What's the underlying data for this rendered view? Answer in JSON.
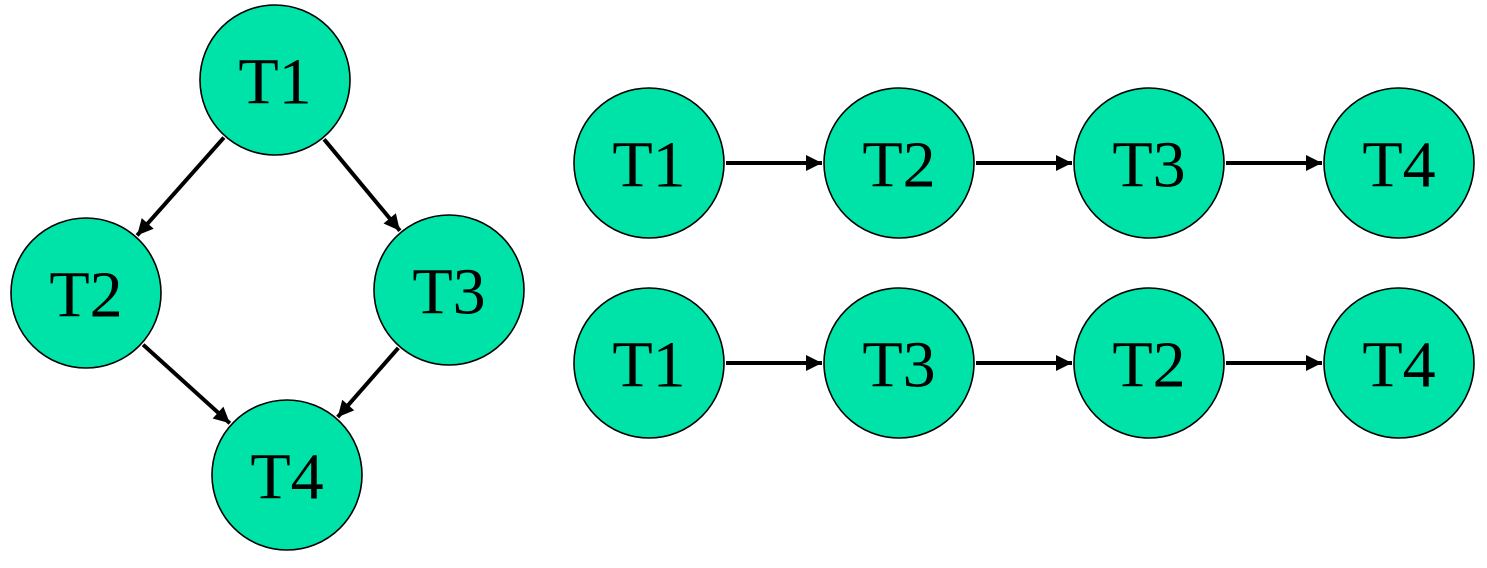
{
  "colors": {
    "node_fill": "#00e3a8",
    "node_stroke": "#000000",
    "edge": "#000000"
  },
  "graphs": {
    "dag": {
      "nodes": [
        {
          "id": "t1",
          "label": "T1"
        },
        {
          "id": "t2",
          "label": "T2"
        },
        {
          "id": "t3",
          "label": "T3"
        },
        {
          "id": "t4",
          "label": "T4"
        }
      ],
      "edges": [
        {
          "from": "t1",
          "to": "t2"
        },
        {
          "from": "t1",
          "to": "t3"
        },
        {
          "from": "t2",
          "to": "t4"
        },
        {
          "from": "t3",
          "to": "t4"
        }
      ]
    },
    "order_1": {
      "nodes": [
        {
          "id": "a1",
          "label": "T1"
        },
        {
          "id": "a2",
          "label": "T2"
        },
        {
          "id": "a3",
          "label": "T3"
        },
        {
          "id": "a4",
          "label": "T4"
        }
      ],
      "edges": [
        {
          "from": "a1",
          "to": "a2"
        },
        {
          "from": "a2",
          "to": "a3"
        },
        {
          "from": "a3",
          "to": "a4"
        }
      ]
    },
    "order_2": {
      "nodes": [
        {
          "id": "b1",
          "label": "T1"
        },
        {
          "id": "b2",
          "label": "T3"
        },
        {
          "id": "b3",
          "label": "T2"
        },
        {
          "id": "b4",
          "label": "T4"
        }
      ],
      "edges": [
        {
          "from": "b1",
          "to": "b2"
        },
        {
          "from": "b2",
          "to": "b3"
        },
        {
          "from": "b3",
          "to": "b4"
        }
      ]
    }
  }
}
